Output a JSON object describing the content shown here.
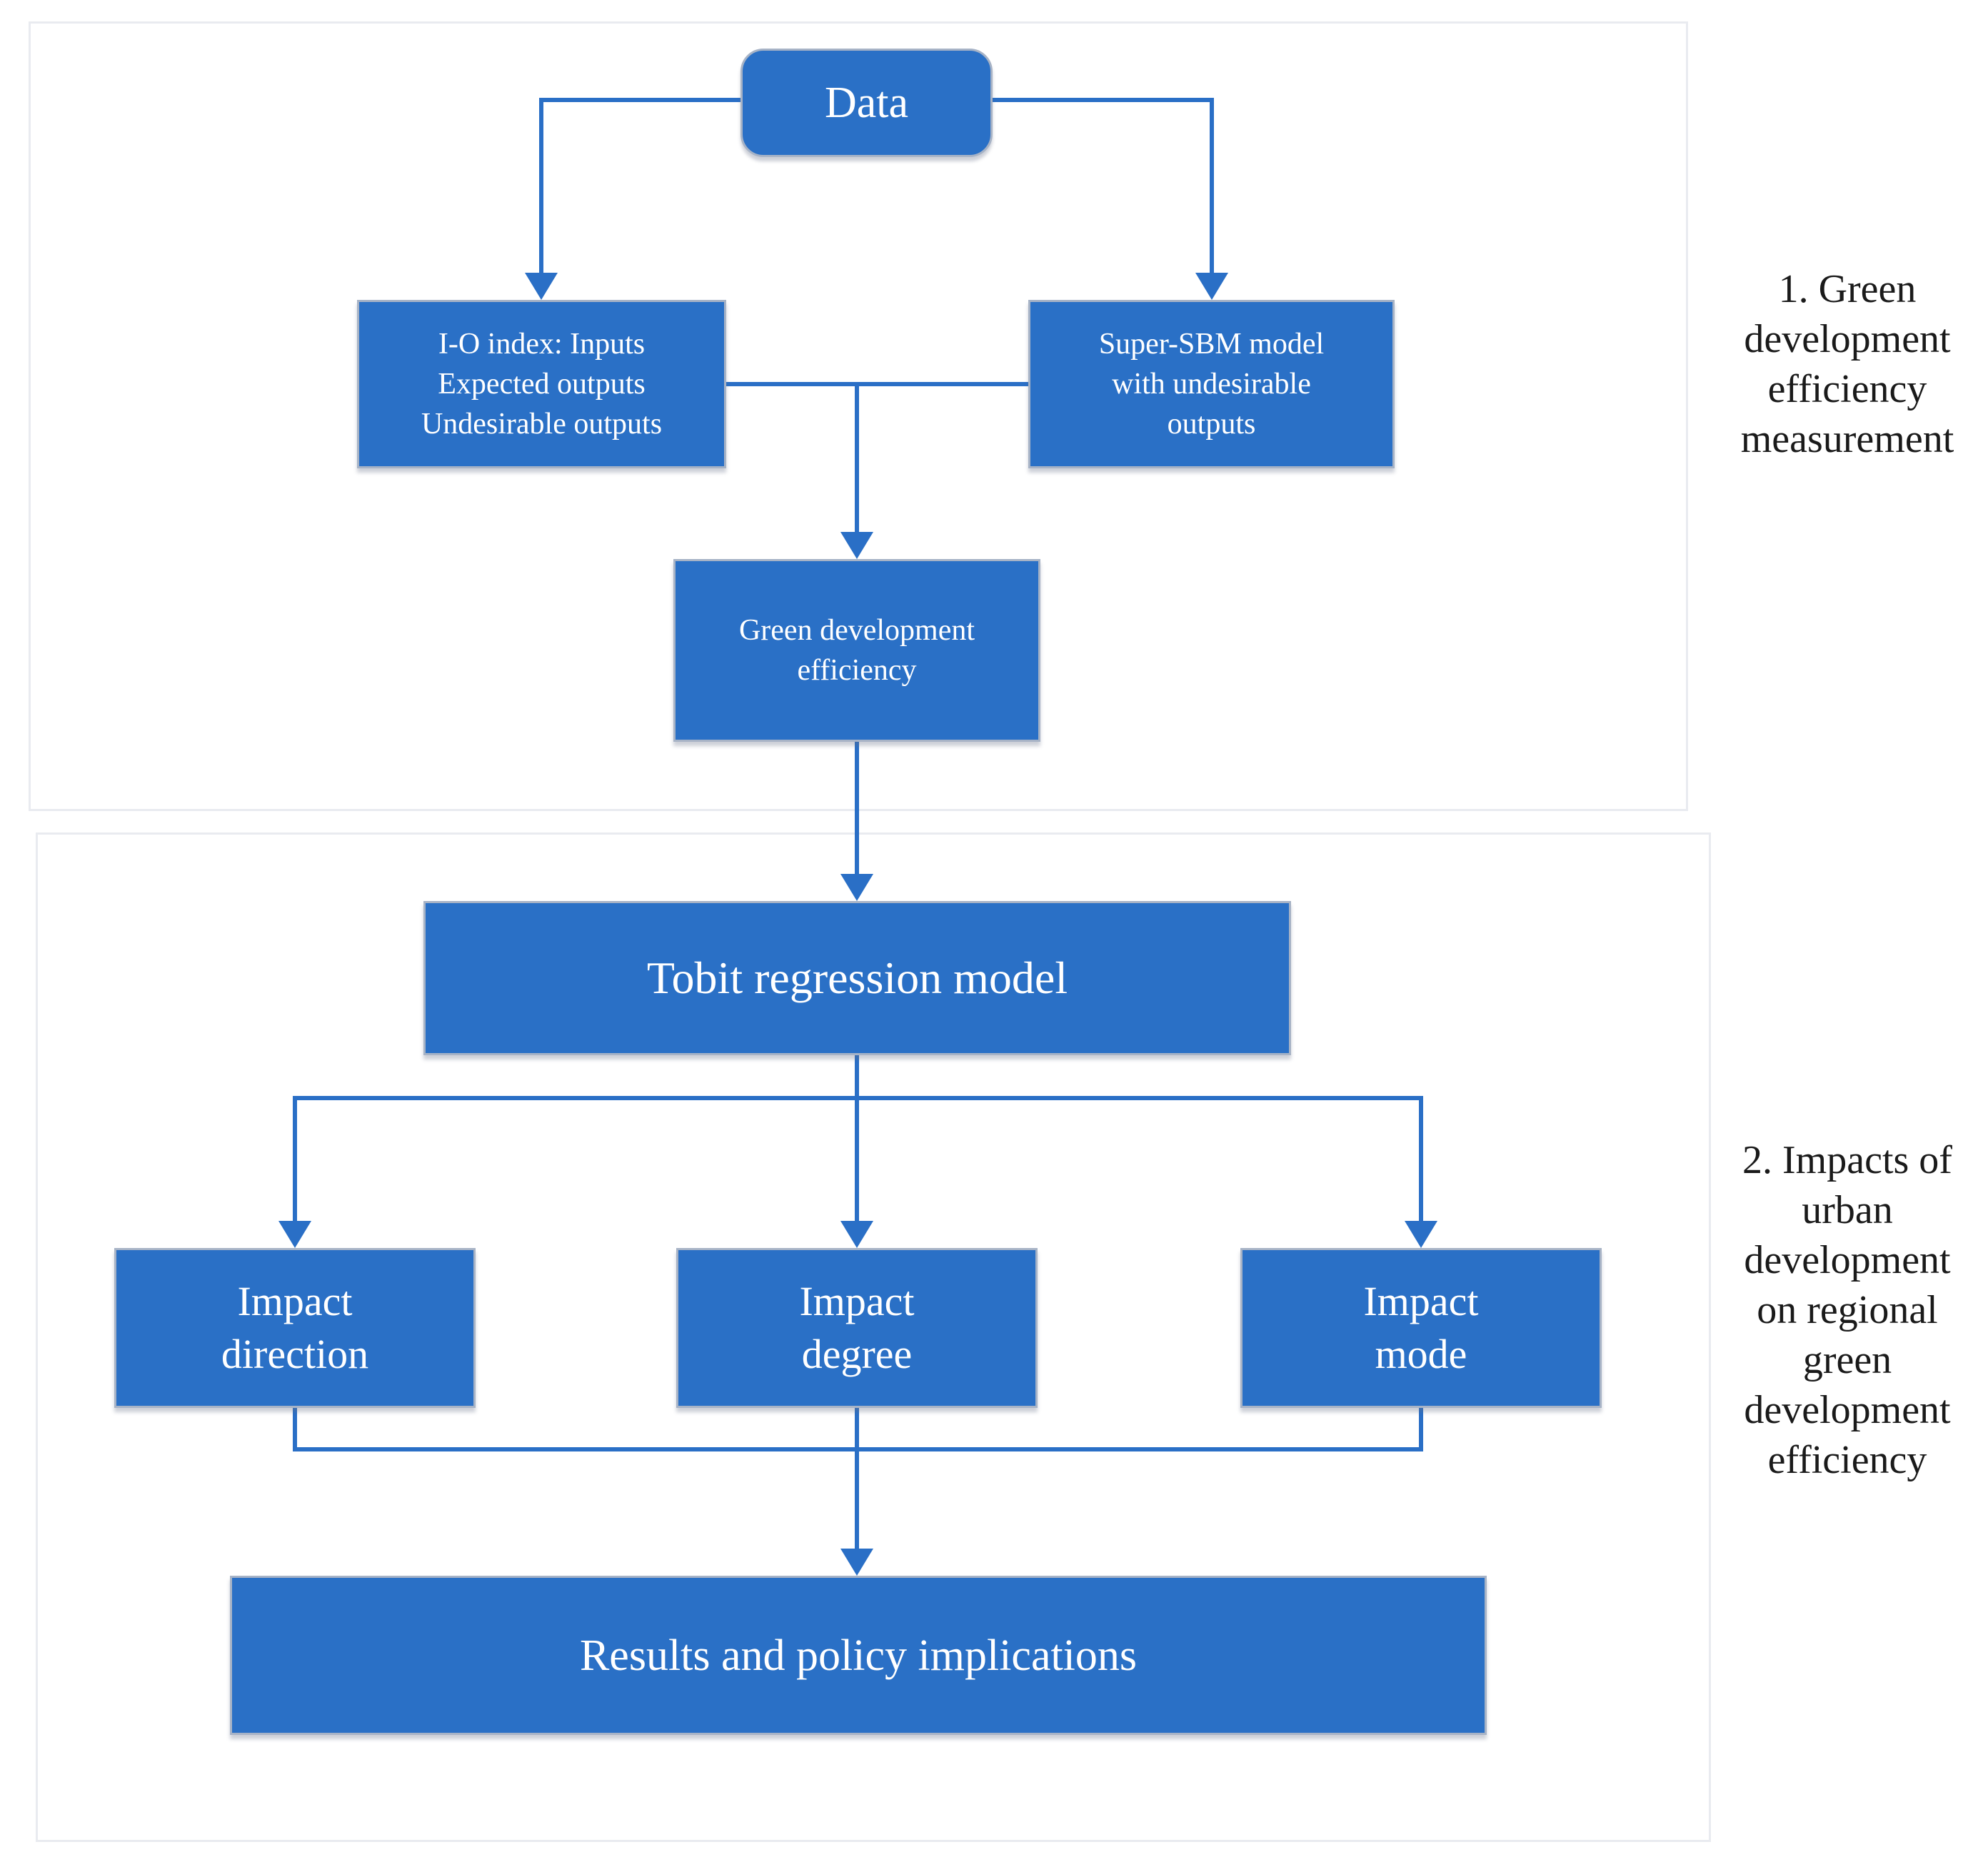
{
  "diagram": {
    "type": "flowchart",
    "sections": [
      {
        "id": "green-development-efficiency-measurement",
        "side_label": "1. Green\ndevelopment\nefficiency\nmeasurement"
      },
      {
        "id": "impacts-of-urban-development",
        "side_label": "2. Impacts of\nurban\ndevelopment\non regional\ngreen\ndevelopment\nefficiency"
      }
    ],
    "nodes": {
      "data": {
        "label": "Data",
        "shape": "rounded-rectangle"
      },
      "io_index": {
        "label": "I-O index: Inputs\nExpected outputs\nUndesirable outputs",
        "shape": "rectangle"
      },
      "super_sbm": {
        "label": "Super-SBM model\nwith undesirable\noutputs",
        "shape": "rectangle"
      },
      "green_efficiency": {
        "label": "Green development\nefficiency",
        "shape": "rectangle"
      },
      "tobit": {
        "label": "Tobit regression model",
        "shape": "rectangle"
      },
      "impact_direction": {
        "label": "Impact\ndirection",
        "shape": "rectangle"
      },
      "impact_degree": {
        "label": "Impact\ndegree",
        "shape": "rectangle"
      },
      "impact_mode": {
        "label": "Impact\nmode",
        "shape": "rectangle"
      },
      "results": {
        "label": "Results and policy implications",
        "shape": "rectangle"
      }
    },
    "edges": [
      "data -> io_index",
      "data -> super_sbm",
      "io_index -- super_sbm -> green_efficiency",
      "green_efficiency -> tobit",
      "tobit -> impact_direction",
      "tobit -> impact_degree",
      "tobit -> impact_mode",
      "impact_direction -- impact_degree -- impact_mode -> results"
    ],
    "colors": {
      "node_fill": "#2a70c6",
      "node_border": "#a7b3c6",
      "node_text": "#ffffff",
      "connector": "#2a6fc6",
      "side_label_text": "#1a1a1a",
      "panel_border": "#e9ebf0"
    }
  }
}
